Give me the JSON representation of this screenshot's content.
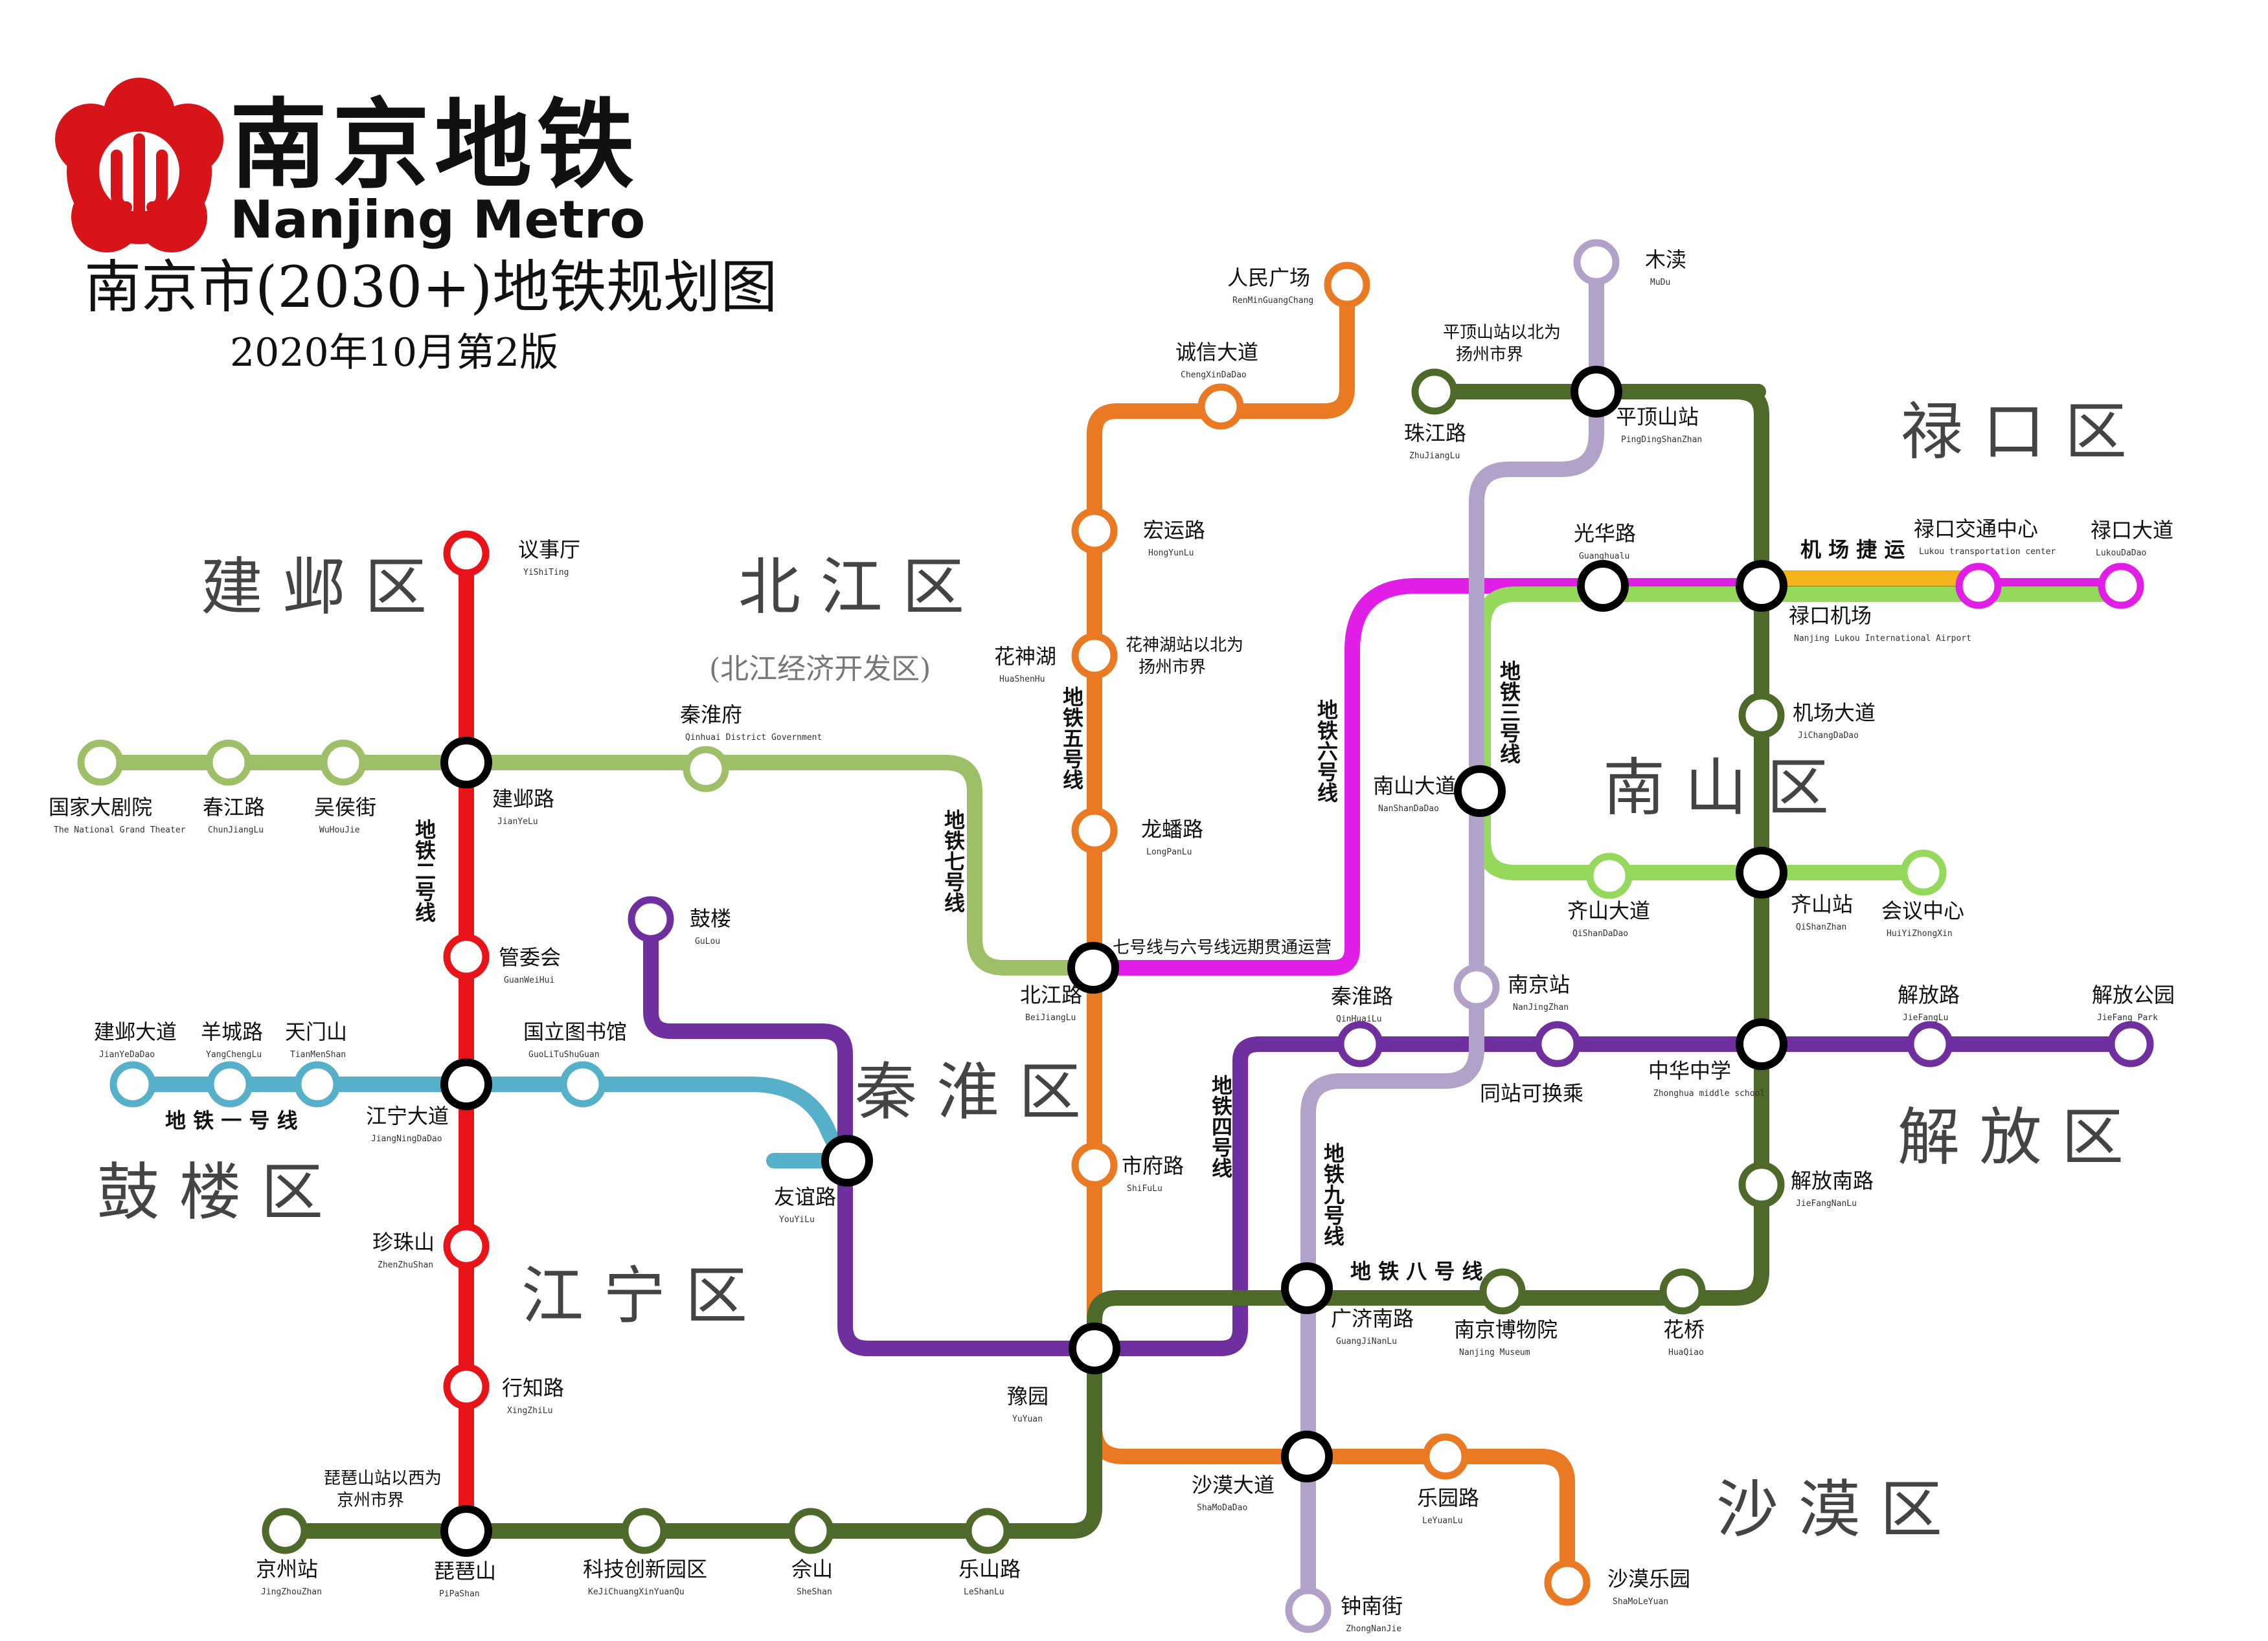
{
  "header": {
    "logo_cn": "南京地铁",
    "logo_en": "Nanjing Metro",
    "title": "南京市(2030+)地铁规划图",
    "edition": "2020年10月第2版"
  },
  "colors": {
    "line1": "#57b0c9",
    "line2": "#e8141a",
    "line3": "#b2a2c9",
    "line4": "#6f2f9f",
    "line5": "#e97922",
    "line6": "#e01ee6",
    "line7": "#9dbf67",
    "line8": "#4d6a2b",
    "line9": "#afa0c8",
    "airport_express": "#f3b41b",
    "line_bright_green": "#94d85c",
    "logo_red": "#d7141a"
  },
  "districts": [
    {
      "id": "jianye",
      "label": "建 邺 区"
    },
    {
      "id": "beijiang",
      "label": "北 江 区"
    },
    {
      "id": "beijiang_sub",
      "label": "(北江经济开发区)"
    },
    {
      "id": "lukou",
      "label": "禄 口 区"
    },
    {
      "id": "nanshan",
      "label": "南 山 区"
    },
    {
      "id": "qinhuai",
      "label": "秦 淮 区"
    },
    {
      "id": "gulou",
      "label": "鼓 楼 区"
    },
    {
      "id": "jiangning",
      "label": "江 宁 区"
    },
    {
      "id": "jiefang",
      "label": "解 放 区"
    },
    {
      "id": "shamo",
      "label": "沙 漠 区"
    }
  ],
  "line_labels": [
    {
      "id": "l1",
      "label": "地 铁 一 号 线"
    },
    {
      "id": "l2",
      "label": "地铁二号线"
    },
    {
      "id": "l3",
      "label": "地铁三号线"
    },
    {
      "id": "l4",
      "label": "地铁四号线"
    },
    {
      "id": "l5",
      "label": "地铁五号线"
    },
    {
      "id": "l6",
      "label": "地铁六号线"
    },
    {
      "id": "l7",
      "label": "地铁七号线"
    },
    {
      "id": "l8",
      "label": "地 铁 八 号 线"
    },
    {
      "id": "l9",
      "label": "地铁九号线"
    },
    {
      "id": "airport",
      "label": "机 场 捷 运"
    }
  ],
  "notes": [
    {
      "id": "n1",
      "text": "七号线与六号线远期贯通运营"
    },
    {
      "id": "n2",
      "text": "同站可换乘"
    },
    {
      "id": "n3",
      "lines": [
        "平顶山站以北为",
        "扬州市界"
      ]
    },
    {
      "id": "n4",
      "lines": [
        "花神湖站以北为",
        "扬州市界"
      ]
    },
    {
      "id": "n5",
      "lines": [
        "琵琶山站以西为",
        "京州市界"
      ]
    }
  ],
  "stations": [
    {
      "id": "yishiting",
      "zh": "议事厅",
      "en": "YiShiTing",
      "type": "normal"
    },
    {
      "id": "jianyelu",
      "zh": "建邺路",
      "en": "JianYeLu",
      "type": "transfer"
    },
    {
      "id": "guanweihui",
      "zh": "管委会",
      "en": "GuanWeiHui",
      "type": "normal"
    },
    {
      "id": "jiangningdadao",
      "zh": "江宁大道",
      "en": "JiangNingDaDao",
      "type": "transfer"
    },
    {
      "id": "zhenzhushan",
      "zh": "珍珠山",
      "en": "ZhenZhuShan",
      "type": "normal"
    },
    {
      "id": "xingzhilu",
      "zh": "行知路",
      "en": "XingZhiLu",
      "type": "normal"
    },
    {
      "id": "pipashan",
      "zh": "琵琶山",
      "en": "PiPaShan",
      "type": "transfer"
    },
    {
      "id": "guojiadajuyuan",
      "zh": "国家大剧院",
      "en": "The National Grand Theater",
      "type": "normal"
    },
    {
      "id": "chunjianglu",
      "zh": "春江路",
      "en": "ChunJiangLu",
      "type": "normal"
    },
    {
      "id": "wuhoujie",
      "zh": "吴侯街",
      "en": "WuHouJie",
      "type": "normal"
    },
    {
      "id": "qinhuaifu",
      "zh": "秦淮府",
      "en": "Qinhuai District Government",
      "type": "normal"
    },
    {
      "id": "beijianglu",
      "zh": "北江路",
      "en": "BeiJiangLu",
      "type": "transfer"
    },
    {
      "id": "jianyedadao",
      "zh": "建邺大道",
      "en": "JianYeDaDao",
      "type": "normal"
    },
    {
      "id": "yangchenglu",
      "zh": "羊城路",
      "en": "YangChengLu",
      "type": "normal"
    },
    {
      "id": "tianmenshan",
      "zh": "天门山",
      "en": "TianMenShan",
      "type": "normal"
    },
    {
      "id": "guolitushuguan",
      "zh": "国立图书馆",
      "en": "GuoLiTuShuGuan",
      "type": "normal"
    },
    {
      "id": "youyilu",
      "zh": "友谊路",
      "en": "YouYiLu",
      "type": "transfer"
    },
    {
      "id": "gulou",
      "zh": "鼓楼",
      "en": "GuLou",
      "type": "normal"
    },
    {
      "id": "yuyuan",
      "zh": "豫园",
      "en": "YuYuan",
      "type": "transfer"
    },
    {
      "id": "renminguangchang",
      "zh": "人民广场",
      "en": "RenMinGuangChang",
      "type": "normal"
    },
    {
      "id": "chengxindadao",
      "zh": "诚信大道",
      "en": "ChengXinDaDao",
      "type": "normal"
    },
    {
      "id": "hongyunlu",
      "zh": "宏运路",
      "en": "HongYunLu",
      "type": "normal"
    },
    {
      "id": "huashenhu",
      "zh": "花神湖",
      "en": "HuaShenHu",
      "type": "normal"
    },
    {
      "id": "longpanlu",
      "zh": "龙蟠路",
      "en": "LongPanLu",
      "type": "normal"
    },
    {
      "id": "shifulu",
      "zh": "市府路",
      "en": "ShiFuLu",
      "type": "normal"
    },
    {
      "id": "shamodadao",
      "zh": "沙漠大道",
      "en": "ShaMoDaDao",
      "type": "transfer"
    },
    {
      "id": "leyuanlu",
      "zh": "乐园路",
      "en": "LeYuanLu",
      "type": "normal"
    },
    {
      "id": "shamoleyuan",
      "zh": "沙漠乐园",
      "en": "ShaMoLeYuan",
      "type": "normal"
    },
    {
      "id": "jingzhouzhan",
      "zh": "京州站",
      "en": "JingZhouZhan",
      "type": "normal"
    },
    {
      "id": "kejichuangxinyuanqu",
      "zh": "科技创新园区",
      "en": "KeJiChuangXinYuanQu",
      "type": "normal"
    },
    {
      "id": "sheshan",
      "zh": "佘山",
      "en": "SheShan",
      "type": "normal"
    },
    {
      "id": "leshanlu",
      "zh": "乐山路",
      "en": "LeShanLu",
      "type": "normal"
    },
    {
      "id": "guangjinanlu",
      "zh": "广济南路",
      "en": "GuangJiNanLu",
      "type": "transfer"
    },
    {
      "id": "nanjingbowuyuan",
      "zh": "南京博物院",
      "en": "Nanjing Museum",
      "type": "normal"
    },
    {
      "id": "huaqiao",
      "zh": "花桥",
      "en": "HuaQiao",
      "type": "normal"
    },
    {
      "id": "jiefangnanlu",
      "zh": "解放南路",
      "en": "JieFangNanLu",
      "type": "normal"
    },
    {
      "id": "zhonghuazhongxue",
      "zh": "中华中学",
      "en": "Zhonghua middle school",
      "type": "transfer"
    },
    {
      "id": "qishanzhan",
      "zh": "齐山站",
      "en": "QiShanZhan",
      "type": "transfer"
    },
    {
      "id": "jichangdadao",
      "zh": "机场大道",
      "en": "JiChangDaDao",
      "type": "normal"
    },
    {
      "id": "lukoujichang",
      "zh": "禄口机场",
      "en": "Nanjing Lukou International Airport",
      "type": "transfer"
    },
    {
      "id": "pingdingshanzhan",
      "zh": "平顶山站",
      "en": "PingDingShanZhan",
      "type": "transfer"
    },
    {
      "id": "zhujianglu",
      "zh": "珠江路",
      "en": "ZhuJiangLu",
      "type": "normal"
    },
    {
      "id": "mudu",
      "zh": "木渎",
      "en": "MuDu",
      "type": "normal"
    },
    {
      "id": "nanshandadao",
      "zh": "南山大道",
      "en": "NanShanDaDao",
      "type": "transfer"
    },
    {
      "id": "nanjingzhan",
      "zh": "南京站",
      "en": "NanJingZhan",
      "type": "normal"
    },
    {
      "id": "zhongnanjie",
      "zh": "钟南街",
      "en": "ZhongNanJie",
      "type": "normal"
    },
    {
      "id": "qinhuailu",
      "zh": "秦淮路",
      "en": "QinHuaiLu",
      "type": "normal"
    },
    {
      "id": "qinhuailu2",
      "zh": "同站可换乘",
      "en": "",
      "type": "normal"
    },
    {
      "id": "jiefanglu",
      "zh": "解放路",
      "en": "JieFangLu",
      "type": "normal"
    },
    {
      "id": "jiefanggongyuan",
      "zh": "解放公园",
      "en": "JieFang Park",
      "type": "normal"
    },
    {
      "id": "qishandadao",
      "zh": "齐山大道",
      "en": "QiShanDaDao",
      "type": "normal"
    },
    {
      "id": "huiyizhongxin",
      "zh": "会议中心",
      "en": "HuiYiZhongXin",
      "type": "normal"
    },
    {
      "id": "guanghualu",
      "zh": "光华路",
      "en": "Guanghualu",
      "type": "transfer"
    },
    {
      "id": "lukoujiaotongzhongxin",
      "zh": "禄口交通中心",
      "en": "Lukou transportation center",
      "type": "normal"
    },
    {
      "id": "lukoudadao",
      "zh": "禄口大道",
      "en": "LukouDaDao",
      "type": "normal"
    }
  ]
}
